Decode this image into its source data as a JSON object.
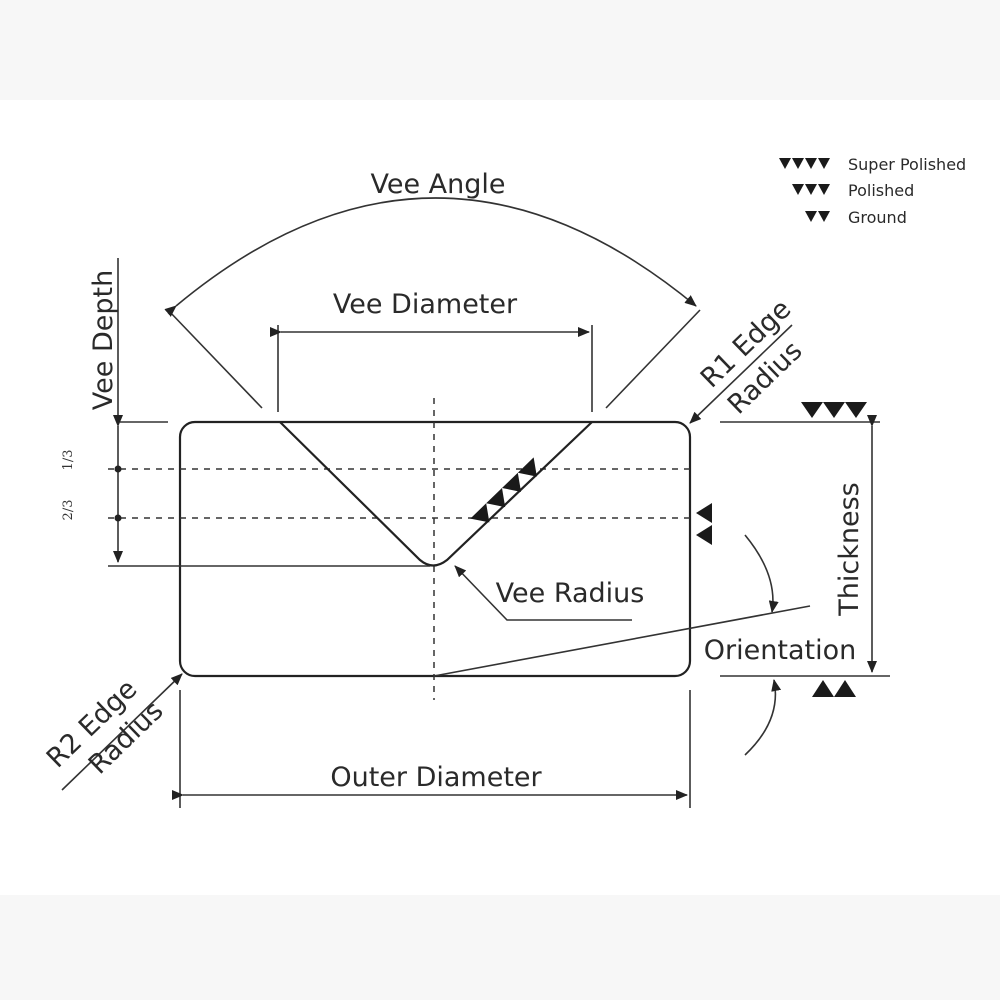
{
  "labels": {
    "vee_angle": "Vee Angle",
    "vee_diameter": "Vee Diameter",
    "vee_depth": "Vee Depth",
    "r1_edge": "R1 Edge",
    "r1_radius": "Radius",
    "r2_edge": "R2 Edge",
    "r2_radius": "Radius",
    "vee_radius": "Vee Radius",
    "orientation": "Orientation",
    "thickness": "Thickness",
    "outer_diameter": "Outer Diameter",
    "frac_one_third": "1/3",
    "frac_two_thirds": "2/3"
  },
  "legend": {
    "super_polished": "Super Polished",
    "polished": "Polished",
    "ground": "Ground"
  },
  "colors": {
    "line": "#222222",
    "background": "#ffffff",
    "band": "#f7f7f7"
  }
}
